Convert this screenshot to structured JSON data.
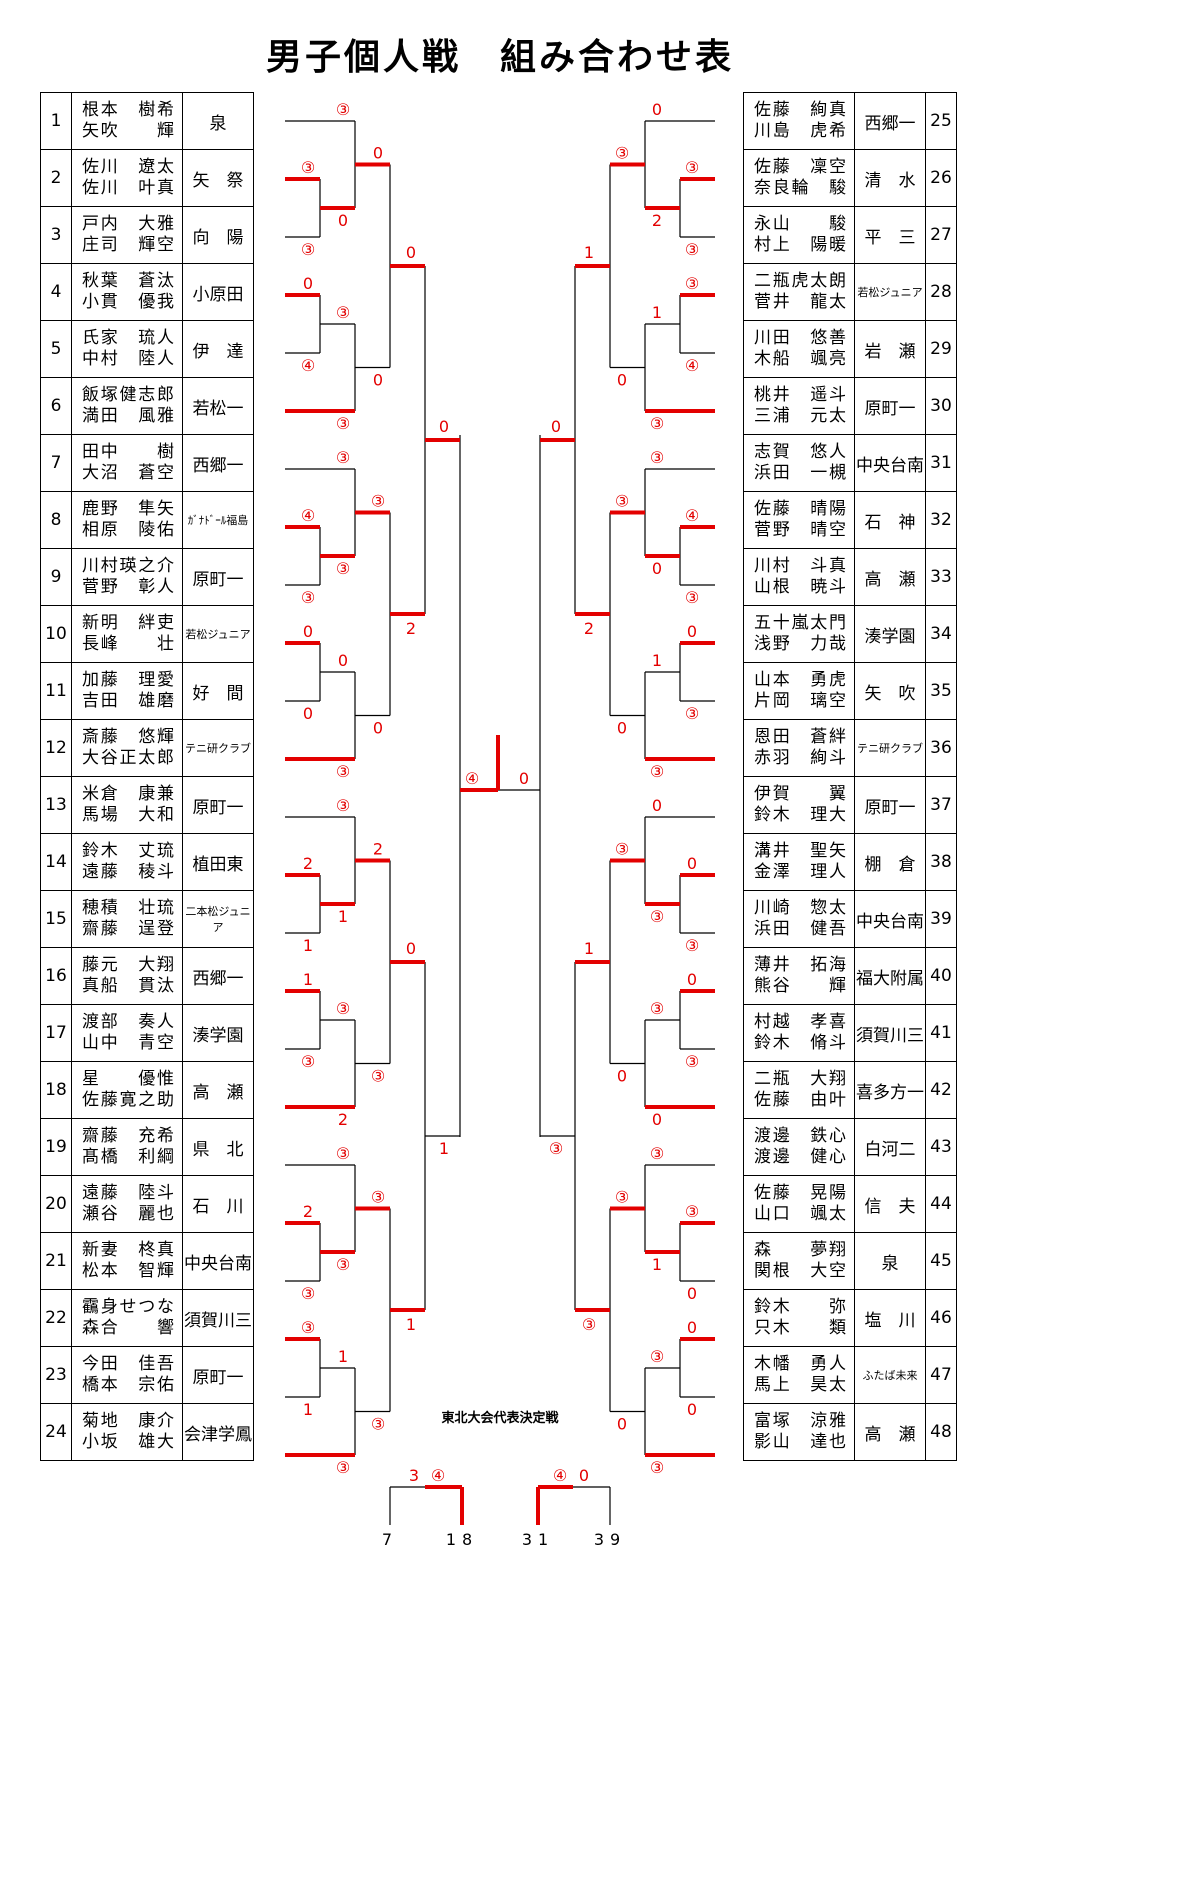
{
  "title": "男子個人戦　組み合わせ表",
  "left_entries": [
    {
      "no": "1",
      "p1": "根本　樹希",
      "p2": "矢吹　　輝",
      "team": "泉"
    },
    {
      "no": "2",
      "p1": "佐川　遼太",
      "p2": "佐川　叶真",
      "team": "矢　祭"
    },
    {
      "no": "3",
      "p1": "戸内　大雅",
      "p2": "庄司　輝空",
      "team": "向　陽"
    },
    {
      "no": "4",
      "p1": "秋葉　蒼汰",
      "p2": "小貫　優我",
      "team": "小原田"
    },
    {
      "no": "5",
      "p1": "氏家　琉人",
      "p2": "中村　陸人",
      "team": "伊　達"
    },
    {
      "no": "6",
      "p1": "飯塚健志郎",
      "p2": "満田　風雅",
      "team": "若松一"
    },
    {
      "no": "7",
      "p1": "田中　　樹",
      "p2": "大沼　蒼空",
      "team": "西郷一"
    },
    {
      "no": "8",
      "p1": "鹿野　隼矢",
      "p2": "相原　陵佑",
      "team": "ｶﾞﾅﾄﾞｰﾙ福島"
    },
    {
      "no": "9",
      "p1": "川村瑛之介",
      "p2": "菅野　彰人",
      "team": "原町一"
    },
    {
      "no": "10",
      "p1": "新明　絆吏",
      "p2": "長峰　　壮",
      "team": "若松ジュニア"
    },
    {
      "no": "11",
      "p1": "加藤　理愛",
      "p2": "吉田　雄磨",
      "team": "好　間"
    },
    {
      "no": "12",
      "p1": "斎藤　悠輝",
      "p2": "大谷正太郎",
      "team": "テニ研クラブ"
    },
    {
      "no": "13",
      "p1": "米倉　康兼",
      "p2": "馬場　大和",
      "team": "原町一"
    },
    {
      "no": "14",
      "p1": "鈴木　丈琉",
      "p2": "遠藤　稜斗",
      "team": "植田東"
    },
    {
      "no": "15",
      "p1": "穂積　壮琉",
      "p2": "齋藤　逞登",
      "team": "二本松ジュニア"
    },
    {
      "no": "16",
      "p1": "藤元　大翔",
      "p2": "真船　貫汰",
      "team": "西郷一"
    },
    {
      "no": "17",
      "p1": "渡部　奏人",
      "p2": "山中　青空",
      "team": "湊学園"
    },
    {
      "no": "18",
      "p1": "星　　優惟",
      "p2": "佐藤寛之助",
      "team": "高　瀬"
    },
    {
      "no": "19",
      "p1": "齋藤　充希",
      "p2": "髙橋　利綱",
      "team": "県　北"
    },
    {
      "no": "20",
      "p1": "遠藤　陸斗",
      "p2": "瀬谷　麗也",
      "team": "石　川"
    },
    {
      "no": "21",
      "p1": "新妻　柊真",
      "p2": "松本　智輝",
      "team": "中央台南"
    },
    {
      "no": "22",
      "p1": "靍身せつな",
      "p2": "森合　　響",
      "team": "須賀川三"
    },
    {
      "no": "23",
      "p1": "今田　佳吾",
      "p2": "橋本　宗佑",
      "team": "原町一"
    },
    {
      "no": "24",
      "p1": "菊地　康介",
      "p2": "小坂　雄大",
      "team": "会津学鳳"
    }
  ],
  "right_entries": [
    {
      "no": "25",
      "p1": "佐藤　絢真",
      "p2": "川島　虎希",
      "team": "西郷一"
    },
    {
      "no": "26",
      "p1": "佐藤　凜空",
      "p2": "奈良輪　駿",
      "team": "清　水"
    },
    {
      "no": "27",
      "p1": "永山　　駿",
      "p2": "村上　陽暖",
      "team": "平　三"
    },
    {
      "no": "28",
      "p1": "二瓶虎太朗",
      "p2": "菅井　龍太",
      "team": "若松ジュニア"
    },
    {
      "no": "29",
      "p1": "川田　悠善",
      "p2": "木船　颯亮",
      "team": "岩　瀬"
    },
    {
      "no": "30",
      "p1": "桃井　遥斗",
      "p2": "三浦　元太",
      "team": "原町一"
    },
    {
      "no": "31",
      "p1": "志賀　悠人",
      "p2": "浜田　一槻",
      "team": "中央台南"
    },
    {
      "no": "32",
      "p1": "佐藤　晴陽",
      "p2": "菅野　晴空",
      "team": "石　神"
    },
    {
      "no": "33",
      "p1": "川村　斗真",
      "p2": "山根　暁斗",
      "team": "高　瀬"
    },
    {
      "no": "34",
      "p1": "五十嵐太門",
      "p2": "浅野　力哉",
      "team": "湊学園"
    },
    {
      "no": "35",
      "p1": "山本　勇虎",
      "p2": "片岡　璃空",
      "team": "矢　吹"
    },
    {
      "no": "36",
      "p1": "恩田　蒼絆",
      "p2": "赤羽　絢斗",
      "team": "テニ研クラブ"
    },
    {
      "no": "37",
      "p1": "伊賀　　翼",
      "p2": "鈴木　理大",
      "team": "原町一"
    },
    {
      "no": "38",
      "p1": "溝井　聖矢",
      "p2": "金澤　理人",
      "team": "棚　倉"
    },
    {
      "no": "39",
      "p1": "川崎　惣太",
      "p2": "浜田　健吾",
      "team": "中央台南"
    },
    {
      "no": "40",
      "p1": "薄井　拓海",
      "p2": "熊谷　　輝",
      "team": "福大附属"
    },
    {
      "no": "41",
      "p1": "村越　孝喜",
      "p2": "鈴木　脩斗",
      "team": "須賀川三"
    },
    {
      "no": "42",
      "p1": "二瓶　大翔",
      "p2": "佐藤　由叶",
      "team": "喜多方一"
    },
    {
      "no": "43",
      "p1": "渡邊　鉄心",
      "p2": "渡邊　健心",
      "team": "白河二"
    },
    {
      "no": "44",
      "p1": "佐藤　晃陽",
      "p2": "山口　颯太",
      "team": "信　夫"
    },
    {
      "no": "45",
      "p1": "森　　夢翔",
      "p2": "関根　大空",
      "team": "泉"
    },
    {
      "no": "46",
      "p1": "鈴木　　弥",
      "p2": "只木　　類",
      "team": "塩　川"
    },
    {
      "no": "47",
      "p1": "木幡　勇人",
      "p2": "馬上　昊太",
      "team": "ふたば未来"
    },
    {
      "no": "48",
      "p1": "富塚　涼雅",
      "p2": "影山　達也",
      "team": "高　瀬"
    }
  ],
  "scores_left": [
    "③",
    "③",
    "③",
    "0",
    "0",
    "④",
    "③",
    "③",
    "0",
    "0",
    "0",
    "④",
    "③",
    "③",
    "③",
    "0",
    "0",
    "0",
    "③",
    "③",
    "0",
    "2",
    "2",
    "1",
    "③",
    "1",
    "1",
    "③",
    "③",
    "2",
    "2",
    "③",
    "0",
    "2",
    "③",
    "③",
    "③",
    "③",
    "1",
    "1",
    "③",
    "③",
    "③",
    "1",
    "0",
    "1",
    "③",
    "④",
    "③",
    "2"
  ],
  "scores_right": [
    "③",
    "③",
    "0",
    "2",
    "③",
    "④",
    "1",
    "③",
    "③",
    "0",
    "1",
    "④",
    "③",
    "③",
    "0",
    "0",
    "③",
    "1",
    "③",
    "③",
    "0",
    "2",
    "0",
    "③",
    "0",
    "③",
    "0",
    "③",
    "③",
    "0",
    "③",
    "0",
    "1",
    "③",
    "0",
    "③",
    "1",
    "0",
    "0",
    "③",
    "③",
    "③",
    "0",
    "③",
    "0",
    "③",
    "③",
    "④",
    "0",
    "2"
  ],
  "final": {
    "left": "④",
    "right": "0"
  },
  "playoff": {
    "label": "東北大会代表決定戦",
    "left_scores": [
      "3",
      "④"
    ],
    "right_scores": [
      "④",
      "0"
    ],
    "feeders": [
      "7",
      "18",
      "31",
      "39"
    ]
  }
}
